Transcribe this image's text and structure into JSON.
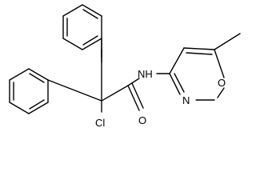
{
  "molecule": {
    "atoms": {
      "chlorine": "Cl",
      "carbonyl_oxygen": "O",
      "amide_nitrogen": "NH",
      "ring_nitrogen": "N",
      "ring_oxygen": "O"
    }
  },
  "colors": {
    "bond": "#000000",
    "label": "#000000",
    "background": "#ffffff"
  }
}
